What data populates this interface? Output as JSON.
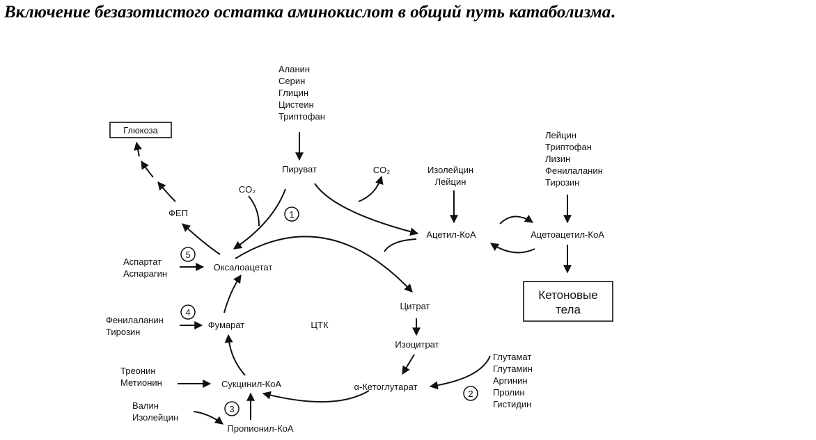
{
  "title": "Включение безазотистого остатка аминокислот в общий путь катаболизма",
  "title_suffix": ".",
  "nodes": {
    "glucose": "Глюкоза",
    "pep": "ФЕП",
    "pyruvate": "Пируват",
    "co2_left": "CO₂",
    "co2_right": "CO₂",
    "oxaloacetate": "Оксалоацетат",
    "fumarate": "Фумарат",
    "succinyl_coa": "Сукцинил-КоА",
    "propionyl_coa": "Пропионил-КоА",
    "citrate": "Цитрат",
    "isocitrate": "Изоцитрат",
    "alpha_ketoglutarate": "α-Кетоглутарат",
    "acetyl_coa": "Ацетил-КоА",
    "acetoacetyl_coa": "Ацетоацетил-КоА",
    "tca": "ЦТК",
    "ketone_bodies": [
      "Кетоновые",
      "тела"
    ]
  },
  "groups": {
    "pyruvate_sources": [
      "Аланин",
      "Серин",
      "Глицин",
      "Цистеин",
      "Триптофан"
    ],
    "acetyl_sources": [
      "Изолейцин",
      "Лейцин"
    ],
    "acetoacetyl_sources": [
      "Лейцин",
      "Триптофан",
      "Лизин",
      "Фенилаланин",
      "Тирозин"
    ],
    "oxaloacetate_sources": [
      "Аспартат",
      "Аспарагин"
    ],
    "fumarate_sources": [
      "Фенилаланин",
      "Тирозин"
    ],
    "succinyl_sources": [
      "Треонин",
      "Метионин"
    ],
    "propionyl_sources": [
      "Валин",
      "Изолейцин"
    ],
    "ketoglutarate_sources": [
      "Глутамат",
      "Глутамин",
      "Аргинин",
      "Пролин",
      "Гистидин"
    ]
  },
  "steps": [
    "1",
    "2",
    "3",
    "4",
    "5"
  ]
}
